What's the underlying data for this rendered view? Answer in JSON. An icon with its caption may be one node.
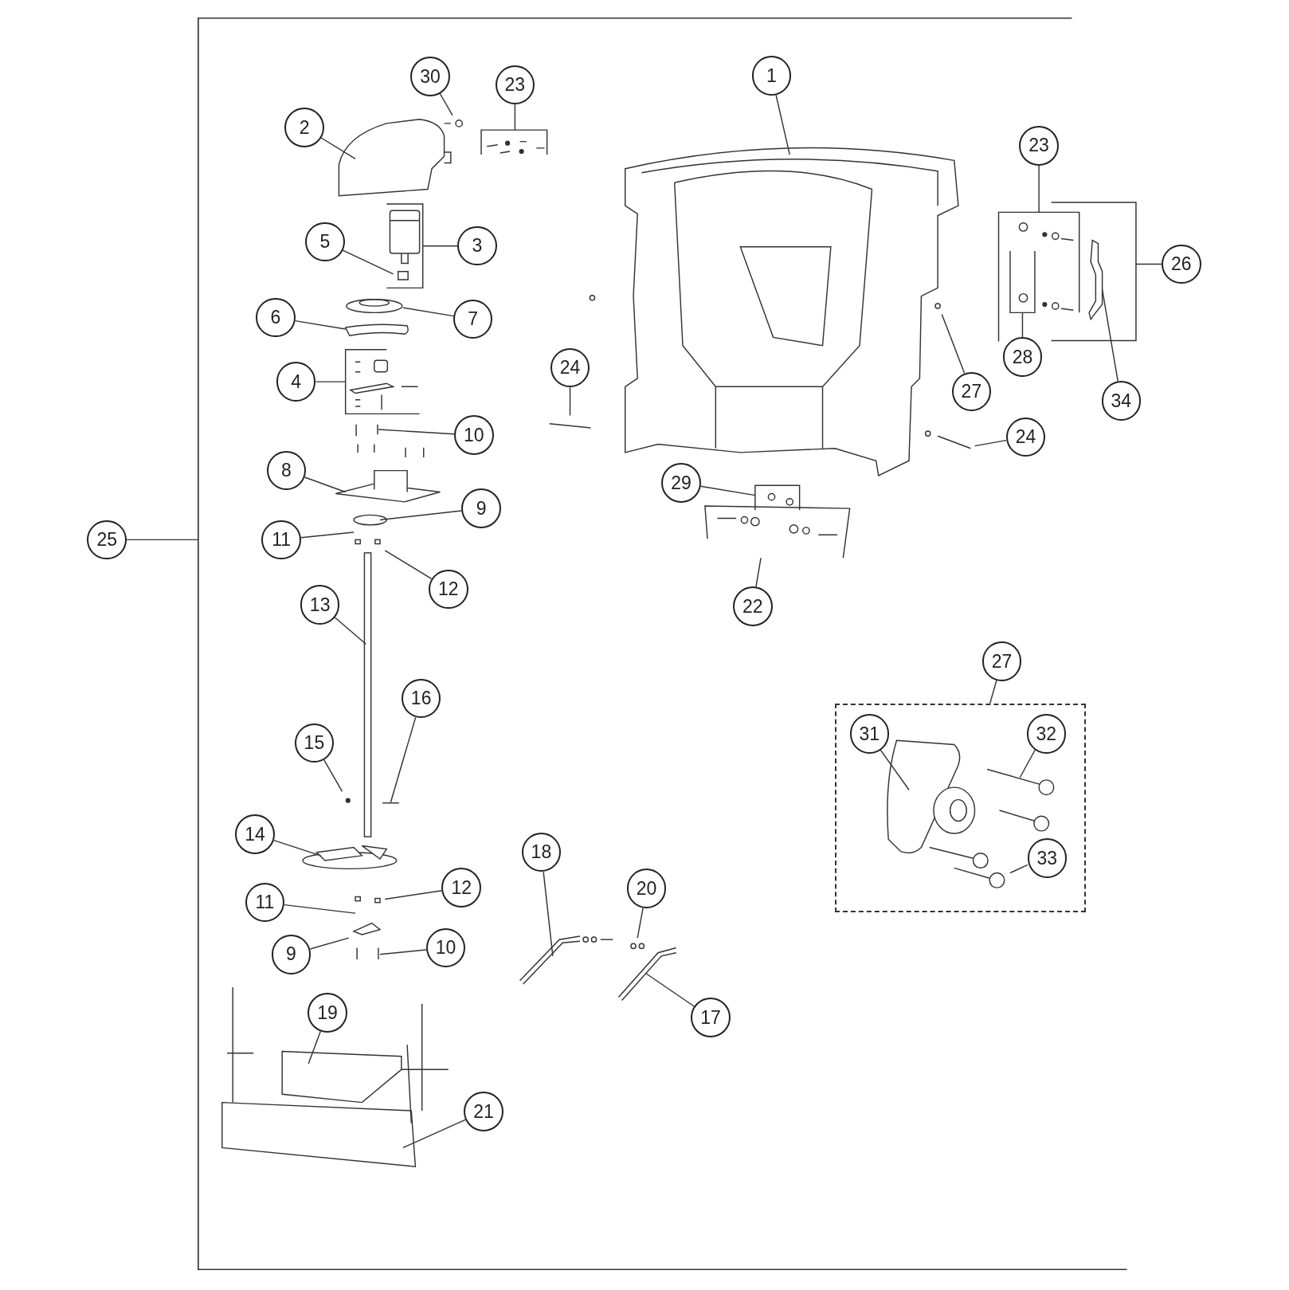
{
  "diagram": {
    "nodes": [
      {
        "text": [
          "30"
        ]
      },
      {
        "text": [
          "23"
        ]
      },
      {
        "text": [
          "1"
        ]
      },
      {
        "text": [
          "2"
        ]
      },
      {
        "text": [
          "23"
        ]
      },
      {
        "text": [
          "26"
        ]
      },
      {
        "text": [
          "5"
        ]
      },
      {
        "text": [
          "3"
        ]
      },
      {
        "text": [
          "28"
        ]
      },
      {
        "text": [
          "34"
        ]
      },
      {
        "text": [
          "6"
        ]
      },
      {
        "text": [
          "7"
        ]
      },
      {
        "text": [
          "24"
        ]
      },
      {
        "text": [
          "27"
        ]
      },
      {
        "text": [
          "4"
        ]
      },
      {
        "text": [
          "10"
        ]
      },
      {
        "text": [
          "24"
        ]
      },
      {
        "text": [
          "8"
        ]
      },
      {
        "text": [
          "29"
        ]
      },
      {
        "text": [
          "9"
        ]
      },
      {
        "text": [
          "25"
        ]
      },
      {
        "text": [
          "11"
        ]
      },
      {
        "text": [
          "12"
        ]
      },
      {
        "text": [
          "22"
        ]
      },
      {
        "text": [
          "13"
        ]
      },
      {
        "text": [
          "27"
        ]
      },
      {
        "text": [],
        "shape": "box"
      },
      {
        "text": [
          "31"
        ],
        "in": 26
      },
      {
        "text": [
          "32"
        ],
        "in": 26
      },
      {
        "text": [
          "16"
        ]
      },
      {
        "text": [
          "15"
        ]
      },
      {
        "text": [
          "14"
        ]
      },
      {
        "text": [
          "33"
        ],
        "in": 26
      },
      {
        "text": [
          "18"
        ]
      },
      {
        "text": [
          "12"
        ]
      },
      {
        "text": [
          "20"
        ]
      },
      {
        "text": [
          "11"
        ]
      },
      {
        "text": [
          "10"
        ]
      },
      {
        "text": [
          "9"
        ]
      },
      {
        "text": [
          "17"
        ]
      },
      {
        "text": [
          "19"
        ]
      },
      {
        "text": [
          "21"
        ]
      }
    ],
    "edges": [
      {
        "from": 0,
        "to": null,
        "arrow": "none"
      },
      {
        "from": 1,
        "to": null,
        "arrow": "none"
      },
      {
        "from": 2,
        "to": null,
        "arrow": "none"
      },
      {
        "from": 3,
        "to": null,
        "arrow": "none"
      },
      {
        "from": 4,
        "to": null,
        "arrow": "none"
      },
      {
        "from": 5,
        "to": null,
        "arrow": "none"
      },
      {
        "from": 6,
        "to": null,
        "arrow": "none"
      },
      {
        "from": 7,
        "to": null,
        "arrow": "none"
      },
      {
        "from": 8,
        "to": null,
        "arrow": "none"
      },
      {
        "from": 9,
        "to": null,
        "arrow": "none"
      },
      {
        "from": 10,
        "to": null,
        "arrow": "none"
      },
      {
        "from": 11,
        "to": null,
        "arrow": "none"
      },
      {
        "from": 12,
        "to": null,
        "arrow": "none"
      },
      {
        "from": 13,
        "to": null,
        "arrow": "none"
      },
      {
        "from": 14,
        "to": null,
        "arrow": "none"
      },
      {
        "from": 15,
        "to": null,
        "arrow": "none"
      },
      {
        "from": 16,
        "to": null,
        "arrow": "none"
      },
      {
        "from": 17,
        "to": null,
        "arrow": "none"
      },
      {
        "from": 18,
        "to": null,
        "arrow": "none"
      },
      {
        "from": 19,
        "to": null,
        "arrow": "none"
      },
      {
        "from": 20,
        "to": null,
        "arrow": "none"
      },
      {
        "from": 21,
        "to": null,
        "arrow": "none"
      },
      {
        "from": 22,
        "to": null,
        "arrow": "none"
      },
      {
        "from": 23,
        "to": null,
        "arrow": "none"
      },
      {
        "from": 24,
        "to": null,
        "arrow": "none"
      },
      {
        "from": 25,
        "to": 26,
        "arrow": "none"
      },
      {
        "from": 27,
        "to": null,
        "arrow": "none"
      },
      {
        "from": 28,
        "to": null,
        "arrow": "none"
      },
      {
        "from": 29,
        "to": null,
        "arrow": "none"
      },
      {
        "from": 30,
        "to": null,
        "arrow": "none"
      },
      {
        "from": 31,
        "to": null,
        "arrow": "none"
      },
      {
        "from": 32,
        "to": null,
        "arrow": "none"
      },
      {
        "from": 33,
        "to": null,
        "arrow": "none"
      },
      {
        "from": 34,
        "to": null,
        "arrow": "none"
      },
      {
        "from": 35,
        "to": null,
        "arrow": "none"
      },
      {
        "from": 36,
        "to": null,
        "arrow": "none"
      },
      {
        "from": 37,
        "to": null,
        "arrow": "none"
      },
      {
        "from": 38,
        "to": null,
        "arrow": "none"
      },
      {
        "from": 39,
        "to": null,
        "arrow": "none"
      },
      {
        "from": 40,
        "to": null,
        "arrow": "none"
      },
      {
        "from": 41,
        "to": null,
        "arrow": "none"
      }
    ]
  }
}
